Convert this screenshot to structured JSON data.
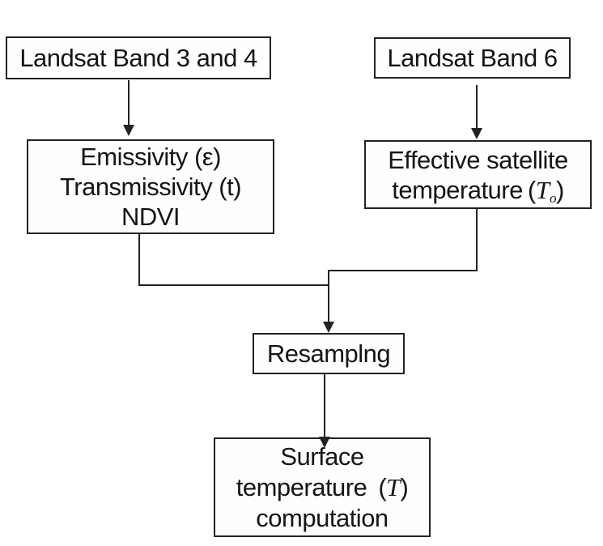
{
  "diagram": {
    "background_color": "#ffffff",
    "ink_color": "#222222",
    "nodes": {
      "landsat34": {
        "label": "Landsat Band 3 and 4"
      },
      "landsat6": {
        "label": "Landsat Band 6"
      },
      "emissivity": {
        "lines": [
          "Emissivity (ε)",
          "Transmissivity (t)",
          "NDVI"
        ]
      },
      "effective_temp": {
        "line1": "Effective satellite",
        "line2_pre": "temperature",
        "open_paren": "(",
        "variable": "T",
        "subscript": "o",
        "close_paren": ")"
      },
      "resampling": {
        "label": "Resamplng"
      },
      "surface_temp": {
        "line1": "Surface",
        "line2_pre": "temperature",
        "open_paren": "(",
        "variable": "T",
        "close_paren": ")",
        "line3": "computation"
      }
    },
    "edges": [
      {
        "from": "landsat34",
        "to": "emissivity",
        "type": "arrow"
      },
      {
        "from": "landsat6",
        "to": "effective_temp",
        "type": "arrow"
      },
      {
        "from": "emissivity",
        "to": "resampling",
        "type": "elbow-merge-arrow"
      },
      {
        "from": "effective_temp",
        "to": "resampling",
        "type": "elbow-merge-arrow"
      },
      {
        "from": "resampling",
        "to": "surface_temp",
        "type": "arrow"
      }
    ]
  }
}
